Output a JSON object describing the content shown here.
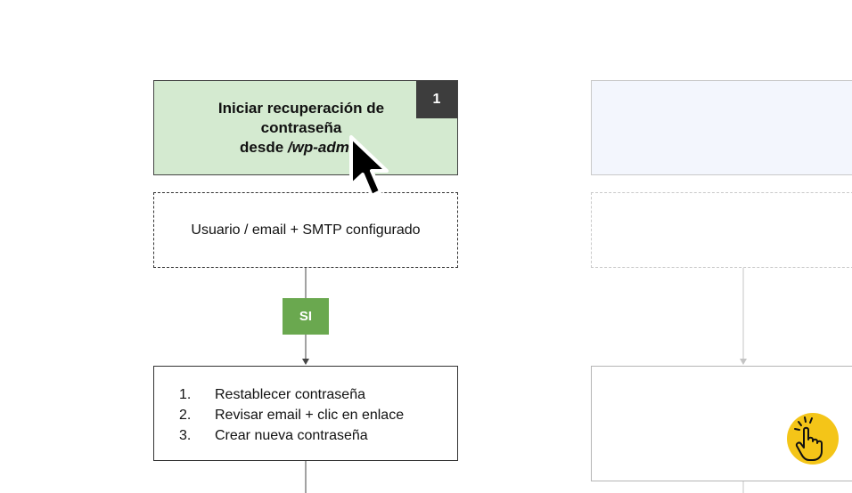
{
  "left_column": {
    "header_title_line1": "Iniciar recuperación de",
    "header_title_line2": "contraseña",
    "header_title_prefix": "desde ",
    "header_title_path": "/wp-admin",
    "step_number": "1",
    "condition_text": "Usuario / email + SMTP configurado",
    "decision_label": "SI",
    "steps": [
      {
        "num": "1.",
        "text": "Restablecer contraseña"
      },
      {
        "num": "2.",
        "text": "Revisar email + clic en enlace"
      },
      {
        "num": "3.",
        "text": "Crear nueva contraseña"
      }
    ]
  },
  "colors": {
    "header_fill": "#d4ead0",
    "badge_fill": "#3d3d3d",
    "decision_fill": "#6aa84f",
    "right_header_fill": "#f3f6fd"
  },
  "icons": [
    "mouse-pointer-icon",
    "tap-hand-icon"
  ]
}
